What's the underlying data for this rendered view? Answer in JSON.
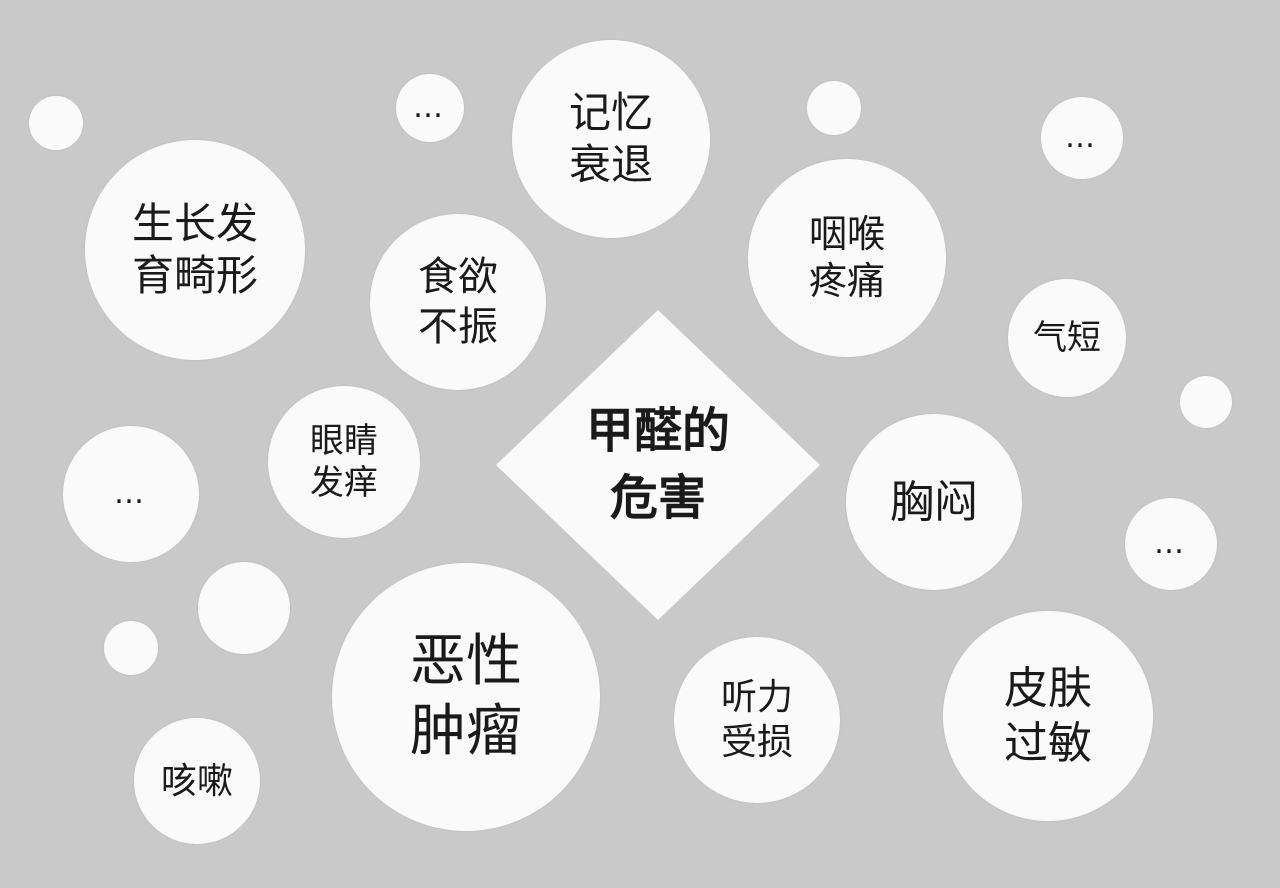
{
  "title": "甲醛的\n危害",
  "bubbles": {
    "memory": "记忆\n衰退",
    "growth": "生长发\n育畸形",
    "appetite": "食欲\n不振",
    "throat": "咽喉\n疼痛",
    "breath": "气短",
    "eyes": "眼睛\n发痒",
    "chest": "胸闷",
    "tumor": "恶性\n肿瘤",
    "hearing": "听力\n受损",
    "skin": "皮肤\n过敏",
    "cough": "咳嗽"
  },
  "ellipsis": "…"
}
